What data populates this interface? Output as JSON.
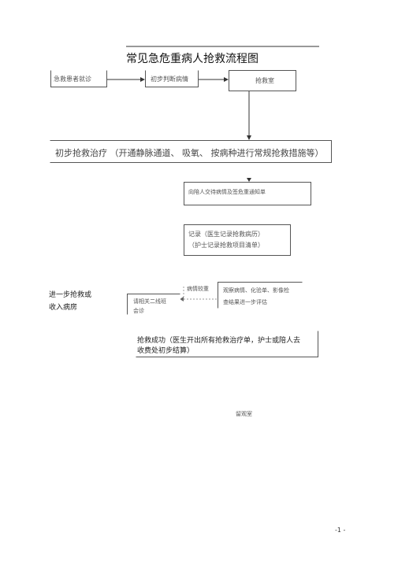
{
  "title": "常见急危重病人抢救流程图",
  "nodes": {
    "patient": "急救患者就诊",
    "triage": "初步判断病情",
    "rescue_room": "抢救室",
    "initial_treatment": "初步抢救治疗 （开通静脉通道、 吸氧、 按病种进行常规抢救措施等）",
    "notify_family": "向陪人交待病情及签危重通知单",
    "record_line1": "记录（医生记录抢救病历）",
    "record_line2": "（护士记录抢救项目清单）",
    "condition_stable": "病情较重",
    "observe_line1": "观察病情、化验单、影像检",
    "observe_line2": "查结果进一步评估",
    "consult_line1": "请相关二线班",
    "consult_line2": "会诊",
    "further_line1": "进一步抢救或",
    "further_line2": "收入病房",
    "success_line1": "抢救成功（医生开出所有抢救治疗单，护士或陪人去",
    "success_line2": "收费处初步结算）",
    "observation_room": "留观室"
  },
  "page_number": "-1 -"
}
